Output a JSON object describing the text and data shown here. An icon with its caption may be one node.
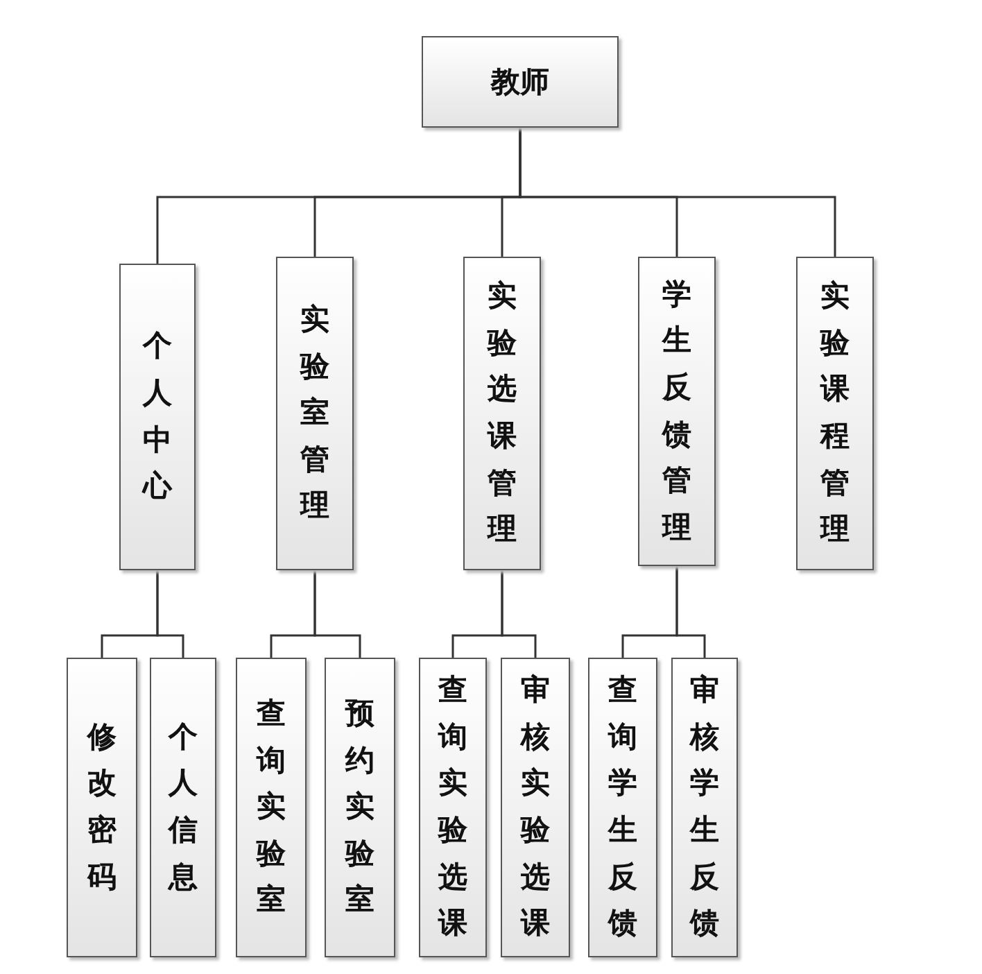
{
  "diagram": {
    "nodes": [
      {
        "text": [
          "教师"
        ]
      },
      {
        "text": [
          "个人中心"
        ]
      },
      {
        "text": [
          "实验室管理"
        ]
      },
      {
        "text": [
          "实验选课管理"
        ]
      },
      {
        "text": [
          "学生反馈管理"
        ]
      },
      {
        "text": [
          "实验课程管理"
        ]
      },
      {
        "text": [
          "修改密码"
        ]
      },
      {
        "text": [
          "个人信息"
        ]
      },
      {
        "text": [
          "查询实验室"
        ]
      },
      {
        "text": [
          "预约实验室"
        ]
      },
      {
        "text": [
          "查询实验选课"
        ]
      },
      {
        "text": [
          "审核实验选课"
        ]
      },
      {
        "text": [
          "查询学生反馈"
        ]
      },
      {
        "text": [
          "审核学生反馈"
        ]
      }
    ],
    "edges": [
      {
        "from": 0,
        "to": 1,
        "arrow": "none"
      },
      {
        "from": 0,
        "to": 2,
        "arrow": "none"
      },
      {
        "from": 0,
        "to": 3,
        "arrow": "none"
      },
      {
        "from": 0,
        "to": 4,
        "arrow": "none"
      },
      {
        "from": 0,
        "to": 5,
        "arrow": "none"
      },
      {
        "from": 1,
        "to": 6,
        "arrow": "none"
      },
      {
        "from": 1,
        "to": 7,
        "arrow": "none"
      },
      {
        "from": 2,
        "to": 8,
        "arrow": "none"
      },
      {
        "from": 2,
        "to": 9,
        "arrow": "none"
      },
      {
        "from": 3,
        "to": 10,
        "arrow": "none"
      },
      {
        "from": 3,
        "to": 11,
        "arrow": "none"
      },
      {
        "from": 4,
        "to": 12,
        "arrow": "none"
      },
      {
        "from": 4,
        "to": 13,
        "arrow": "none"
      }
    ]
  }
}
